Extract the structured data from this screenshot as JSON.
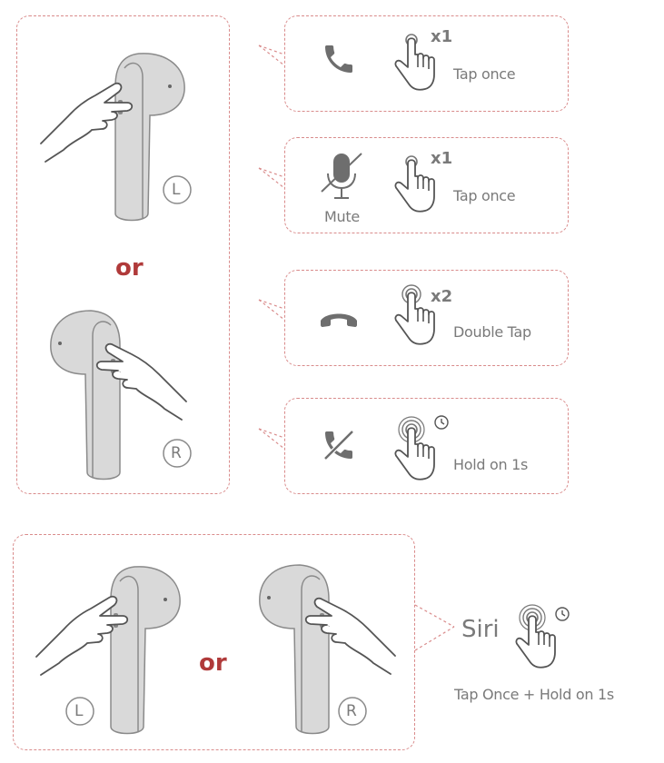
{
  "top": {
    "or_label": "or",
    "left_badge": "L",
    "right_badge": "R",
    "actions": [
      {
        "icon": "phone-icon",
        "multiplier": "x1",
        "gesture": "Tap once"
      },
      {
        "icon": "mute-microphone-icon",
        "icon_label": "Mute",
        "multiplier": "x1",
        "gesture": "Tap once"
      },
      {
        "icon": "hang-up-icon",
        "multiplier": "x2",
        "gesture": "Double Tap"
      },
      {
        "icon": "reject-call-icon",
        "gesture": "Hold on 1s"
      }
    ]
  },
  "bottom": {
    "or_label": "or",
    "left_badge": "L",
    "right_badge": "R",
    "siri_label": "Siri",
    "gesture": "Tap Once + Hold on 1s"
  },
  "colors": {
    "border": "#d98b8b",
    "accent": "#b03a3a",
    "text": "#7a7a7a",
    "earbud": "#d9d9d9"
  }
}
